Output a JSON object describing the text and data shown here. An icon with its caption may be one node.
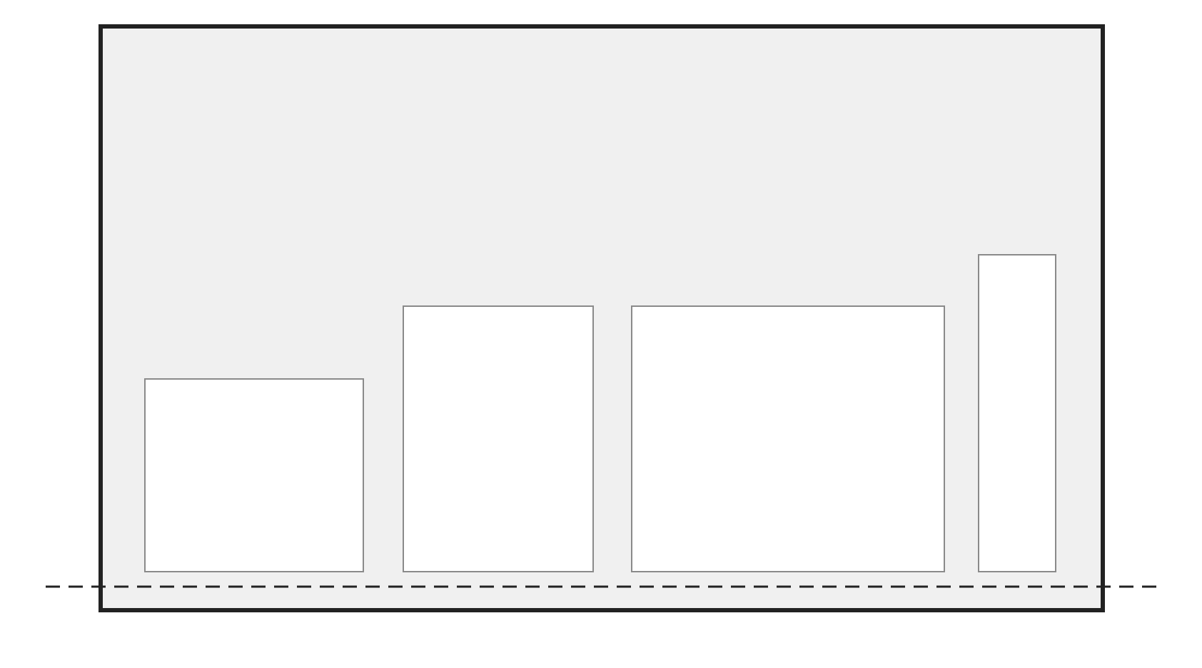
{
  "diagram": {
    "nodes": [
      {
        "text": [],
        "shape": "box"
      },
      {
        "text": [],
        "shape": "box",
        "in": 0
      },
      {
        "text": [],
        "shape": "box",
        "in": 0
      },
      {
        "text": [],
        "shape": "box",
        "in": 0
      },
      {
        "text": [],
        "shape": "box",
        "in": 0
      }
    ]
  }
}
